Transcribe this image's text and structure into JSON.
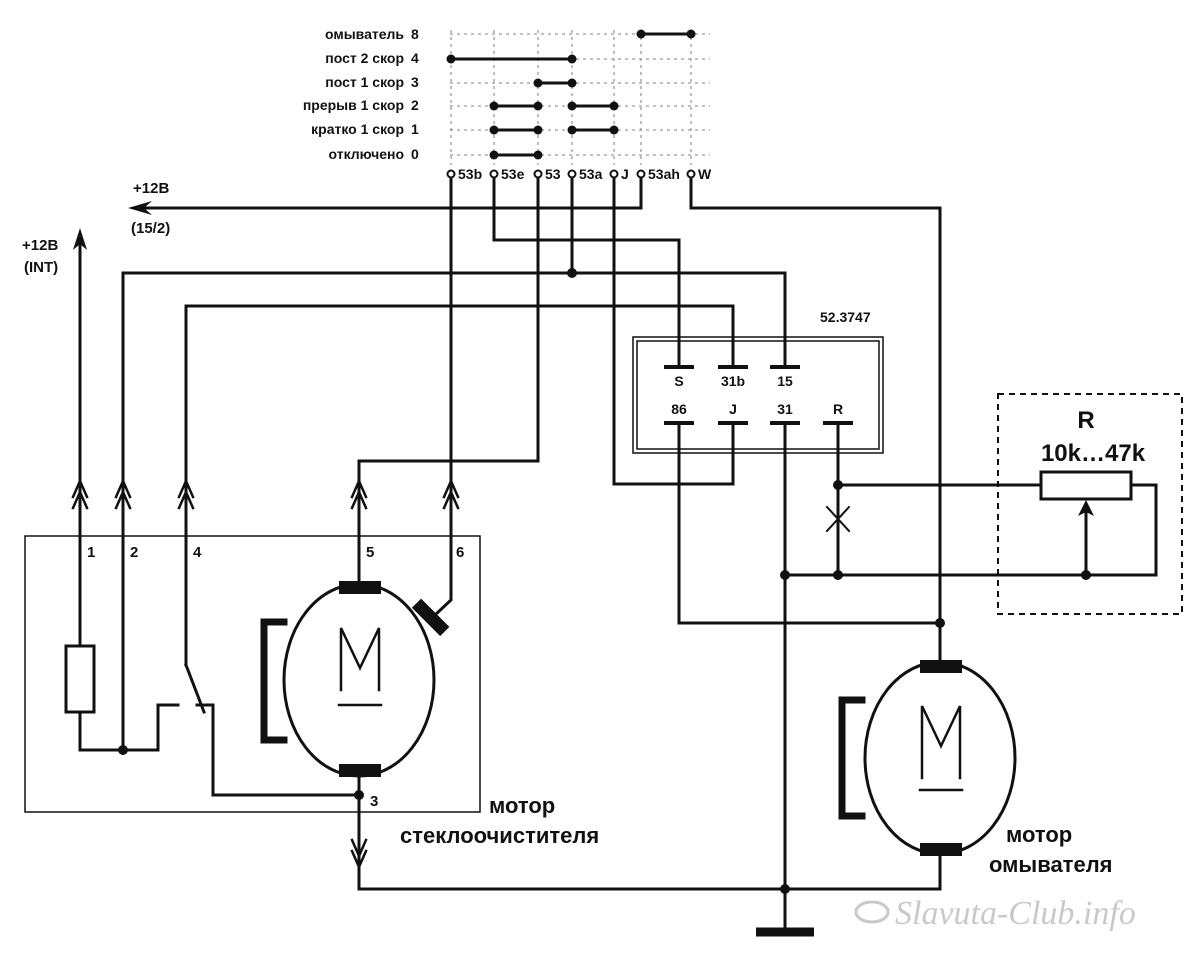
{
  "switch": {
    "positions": [
      {
        "label": "омыватель",
        "num": "8"
      },
      {
        "label": "пост 2 скор",
        "num": "4"
      },
      {
        "label": "пост 1 скор",
        "num": "3"
      },
      {
        "label": "прерыв 1 скор",
        "num": "2"
      },
      {
        "label": "кратко 1 скор",
        "num": "1"
      },
      {
        "label": "отключено",
        "num": "0"
      }
    ],
    "terminals": [
      "53b",
      "53e",
      "53",
      "53a",
      "J",
      "53ah",
      "W"
    ]
  },
  "supply": {
    "p12_label": "+12В",
    "p12_sub": "(15/2)",
    "int_label": "+12В",
    "int_sub": "(INT)"
  },
  "relay": {
    "model": "52.3747",
    "top_pins": [
      "S",
      "31b",
      "15"
    ],
    "bottom_pins": [
      "86",
      "J",
      "31",
      "R"
    ]
  },
  "resistor": {
    "name": "R",
    "value": "10k…47k"
  },
  "wiper_motor": {
    "pins": [
      "1",
      "2",
      "4",
      "5",
      "6",
      "3"
    ],
    "label_line1": "мотор",
    "label_line2": "стеклоочистителя"
  },
  "washer_motor": {
    "label_line1": "мотор",
    "label_line2": "омывателя"
  },
  "watermark": "Slavuta-Club.info"
}
